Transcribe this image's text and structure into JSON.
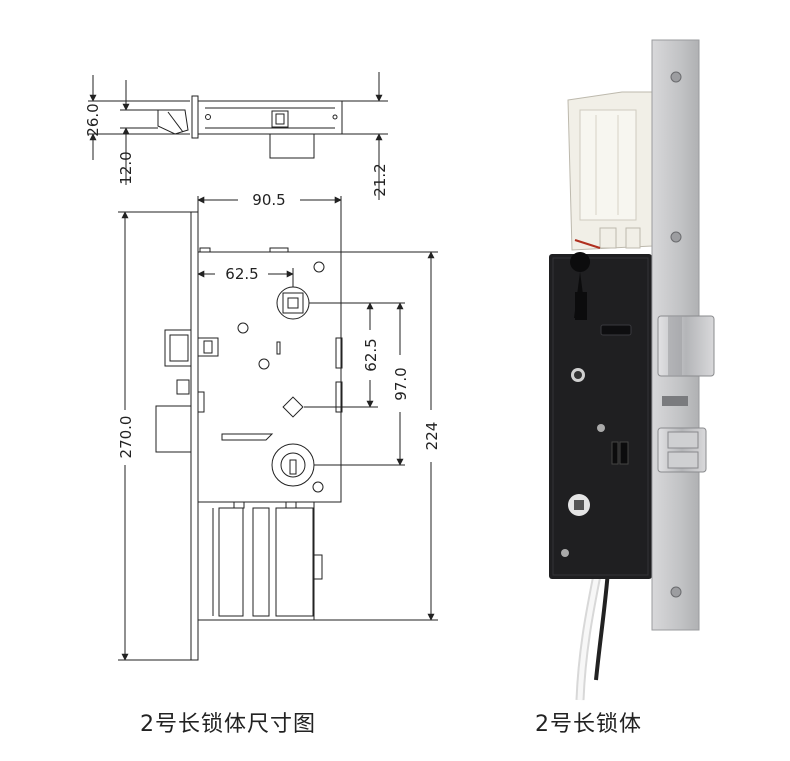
{
  "drawing": {
    "top_view": {
      "dim_height": "26.0",
      "dim_thickness": "12.0",
      "dim_depth": "21.2"
    },
    "front_view": {
      "dim_body_width": "90.5",
      "dim_backset": "62.5",
      "dim_spindle_to_cyl": "62.5",
      "dim_handle_to_cyl": "97.0",
      "dim_body_height": "224",
      "dim_faceplate_height": "270.0"
    }
  },
  "captions": {
    "left": "2号长锁体尺寸图",
    "right": "2号长锁体"
  },
  "colors": {
    "line": "#222222",
    "lock_body": "#1f1f21",
    "faceplate": "#c9c9cb",
    "case_plastic": "#f2f0ea",
    "latch_steel": "#b9babc",
    "cable": "#f4f4f4"
  }
}
